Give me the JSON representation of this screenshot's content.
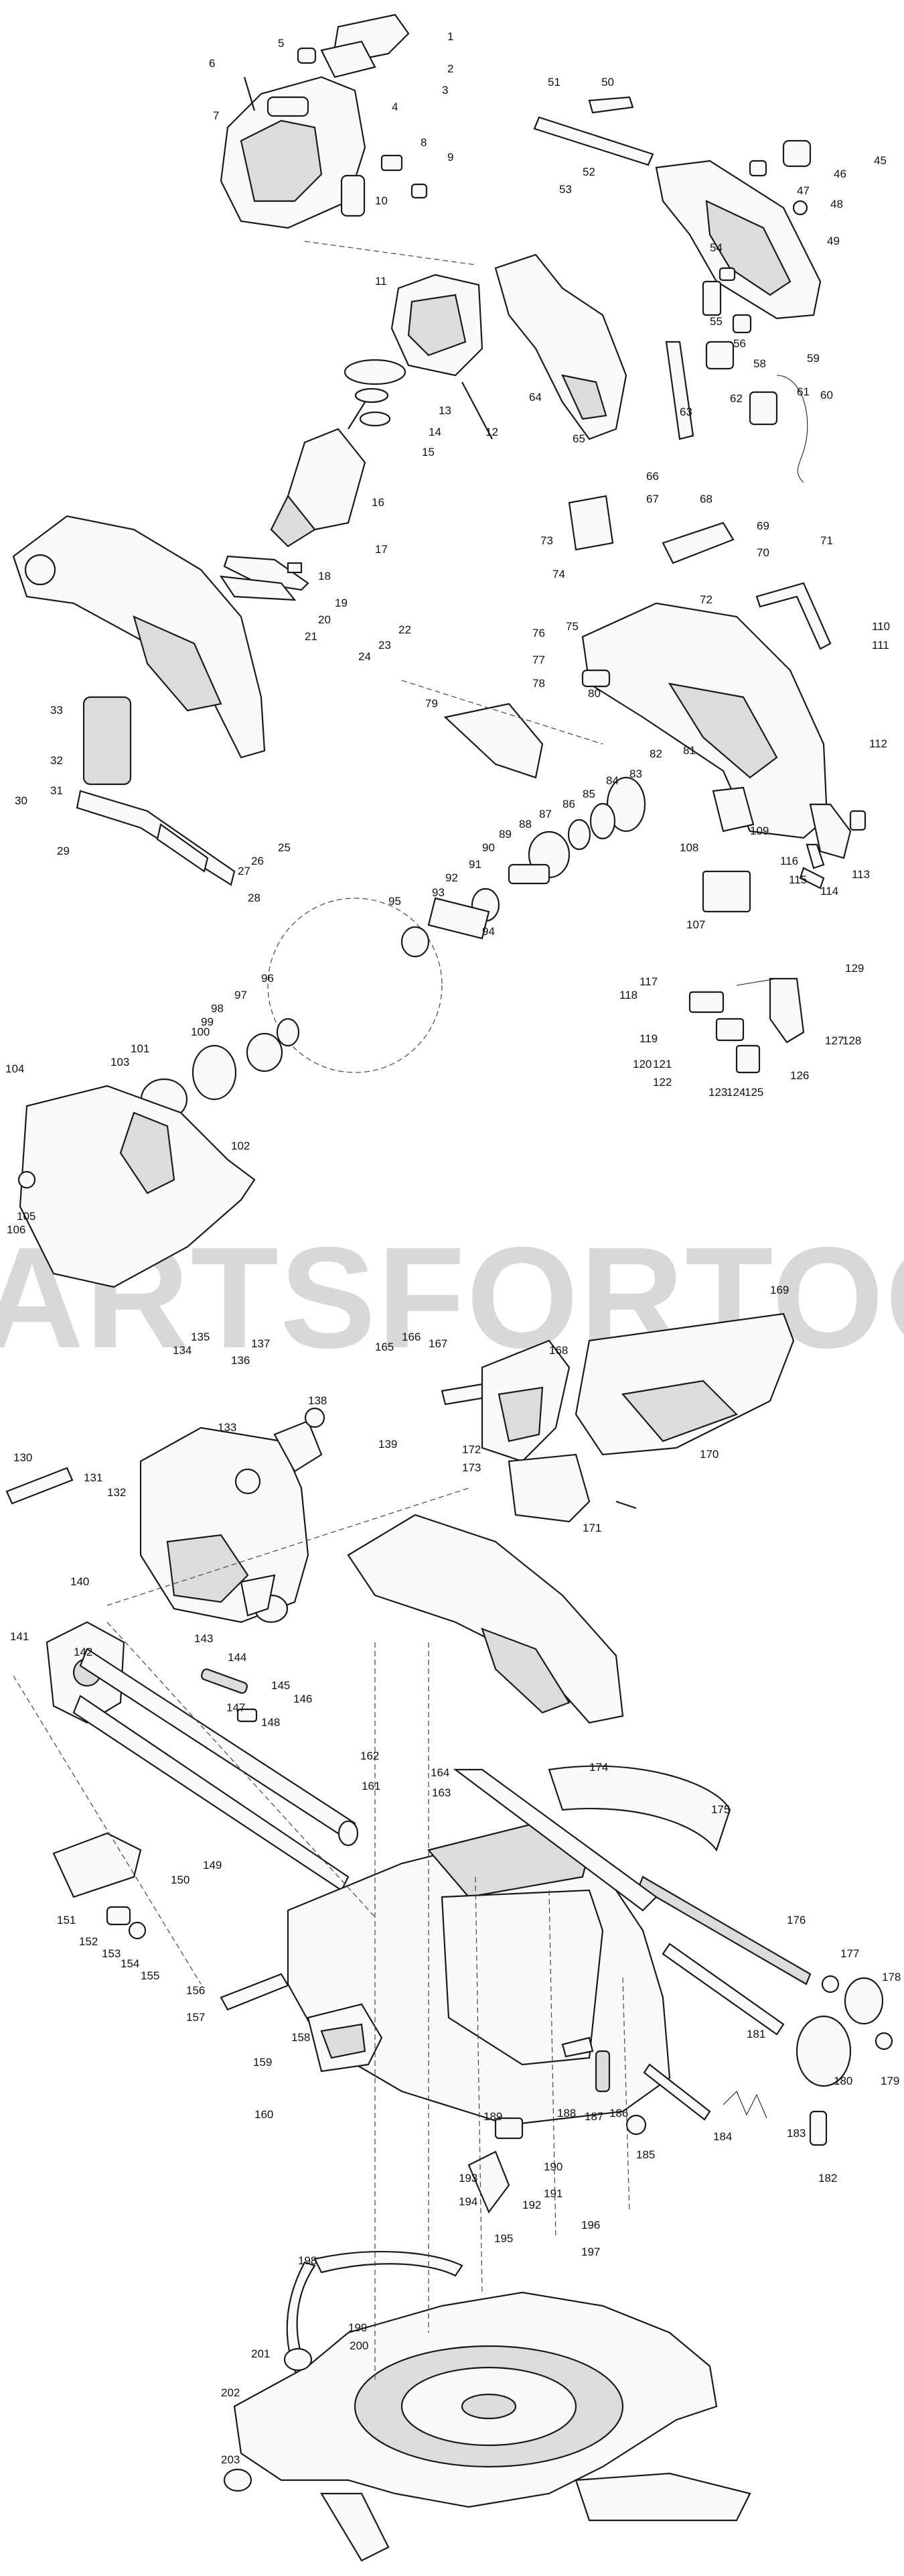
{
  "watermark": "ARTSFORTOOLS.C",
  "callouts": [
    "1",
    "2",
    "3",
    "4",
    "5",
    "6",
    "7",
    "8",
    "9",
    "10",
    "11",
    "12",
    "13",
    "14",
    "15",
    "16",
    "17",
    "18",
    "19",
    "20",
    "21",
    "22",
    "23",
    "24",
    "25",
    "26",
    "27",
    "28",
    "29",
    "30",
    "31",
    "32",
    "33",
    "45",
    "46",
    "47",
    "48",
    "49",
    "50",
    "51",
    "52",
    "53",
    "54",
    "55",
    "56",
    "58",
    "59",
    "60",
    "61",
    "62",
    "63",
    "64",
    "65",
    "66",
    "67",
    "68",
    "69",
    "70",
    "71",
    "72",
    "73",
    "74",
    "75",
    "76",
    "77",
    "78",
    "79",
    "80",
    "81",
    "82",
    "83",
    "84",
    "85",
    "86",
    "87",
    "88",
    "89",
    "90",
    "91",
    "92",
    "93",
    "94",
    "95",
    "96",
    "97",
    "98",
    "99",
    "100",
    "101",
    "102",
    "103",
    "104",
    "105",
    "106",
    "107",
    "108",
    "109",
    "110",
    "111",
    "112",
    "113",
    "114",
    "115",
    "116",
    "117",
    "118",
    "119",
    "120",
    "121",
    "122",
    "123",
    "124",
    "125",
    "126",
    "127",
    "128",
    "129",
    "130",
    "131",
    "132",
    "133",
    "134",
    "135",
    "136",
    "137",
    "138",
    "139",
    "140",
    "141",
    "142",
    "143",
    "144",
    "145",
    "146",
    "147",
    "148",
    "149",
    "150",
    "151",
    "152",
    "153",
    "154",
    "155",
    "156",
    "157",
    "158",
    "159",
    "160",
    "161",
    "162",
    "163",
    "164",
    "165",
    "166",
    "167",
    "168",
    "169",
    "170",
    "171",
    "172",
    "173",
    "174",
    "175",
    "176",
    "177",
    "178",
    "179",
    "180",
    "181",
    "182",
    "183",
    "184",
    "185",
    "186",
    "187",
    "188",
    "189",
    "190",
    "191",
    "192",
    "193",
    "194",
    "195",
    "196",
    "197",
    "198",
    "199",
    "200",
    "201",
    "202",
    "203"
  ]
}
